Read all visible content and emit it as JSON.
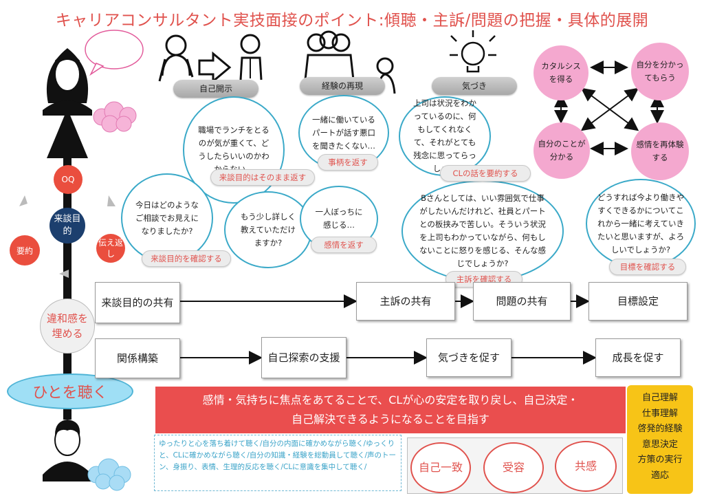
{
  "title": "キャリアコンサルタント実技面接のポイント:傾聴・主訴/問題の把握・具体的展開",
  "pills": {
    "self_disclosure": "自己開示",
    "reproduce_experience": "経験の再現",
    "awareness": "気づき"
  },
  "bubbles": {
    "b1": "職場でランチをとるのが気が重くて、どうしたらいいのかわからない…",
    "b2": "一緒に働いているパートが話す悪口を聞きたくない…",
    "b3": "上司は状況をわかっているのに、何もしてくれなくて、それがとても残念に思ってらっしゃる",
    "b4": "今日はどのようなご相談でお見えになりましたか?",
    "b5": "もう少し詳しく教えていただけますか?",
    "b6": "一人ぼっちに感じる…",
    "b7": "Bさんとしては、いい雰囲気で仕事がしたいんだけれど、社員とパートとの板挟みで苦しい。そういう状況を上司もわかっていながら、何もしないことに怒りを感じる、そんな感じでしょうか?",
    "b8": "どうすれば今より働きやすくできるかについてこれから一緒に考えていきたいと思いますが、よろしいでしょうか?"
  },
  "tags": {
    "t1": "来談目的はそのまま返す",
    "t2": "事柄を返す",
    "t3": "CLの話を要約する",
    "t4": "来談目的を確認する",
    "t5": "感情を返す",
    "t6": "主訴を確認する",
    "t7": "目標を確認する"
  },
  "pink": {
    "p1": "カタルシスを得る",
    "p2": "自分を分かってもらう",
    "p3": "自分のことが分かる",
    "p4": "感情を再体験する"
  },
  "left": {
    "oq": "OQ",
    "purpose": "来談目的",
    "summary": "要約",
    "reflect": "伝え返し",
    "discomfort": "違和感を埋める",
    "listen": "ひとを聴く"
  },
  "flow_top": {
    "f1": "来談目的の共有",
    "f2": "主訴の共有",
    "f3": "問題の共有",
    "f4": "目標設定"
  },
  "flow_bottom": {
    "g1": "関係構築",
    "g2": "自己探索の支援",
    "g3": "気づきを促す",
    "g4": "成長を促す"
  },
  "goal": {
    "line1": "感情・気持ちに焦点をあてることで、CLが心の安定を取り戻し、自己決定・",
    "line2": "自己解決できるようになることを目指す"
  },
  "tips": "ゆったりと心を落ち着けて聴く/自分の内面に確かめながら聴く/ゆっくりと、CLに確かめながら聴く/自分の知識・経験を総動員して聴く/声のトーン、身振り、表情、生理的反応を聴く/CLに意識を集中して聴く/",
  "attitude": {
    "a1": "自己一致",
    "a2": "受容",
    "a3": "共感"
  },
  "skills": [
    "自己理解",
    "仕事理解",
    "啓発的経験",
    "意思決定",
    "方策の実行",
    "適応"
  ],
  "colors": {
    "accent_red": "#e0524d",
    "bubble_blue": "#3aa9c8",
    "pink": "#f4a8cf",
    "yellow": "#f7c417"
  }
}
